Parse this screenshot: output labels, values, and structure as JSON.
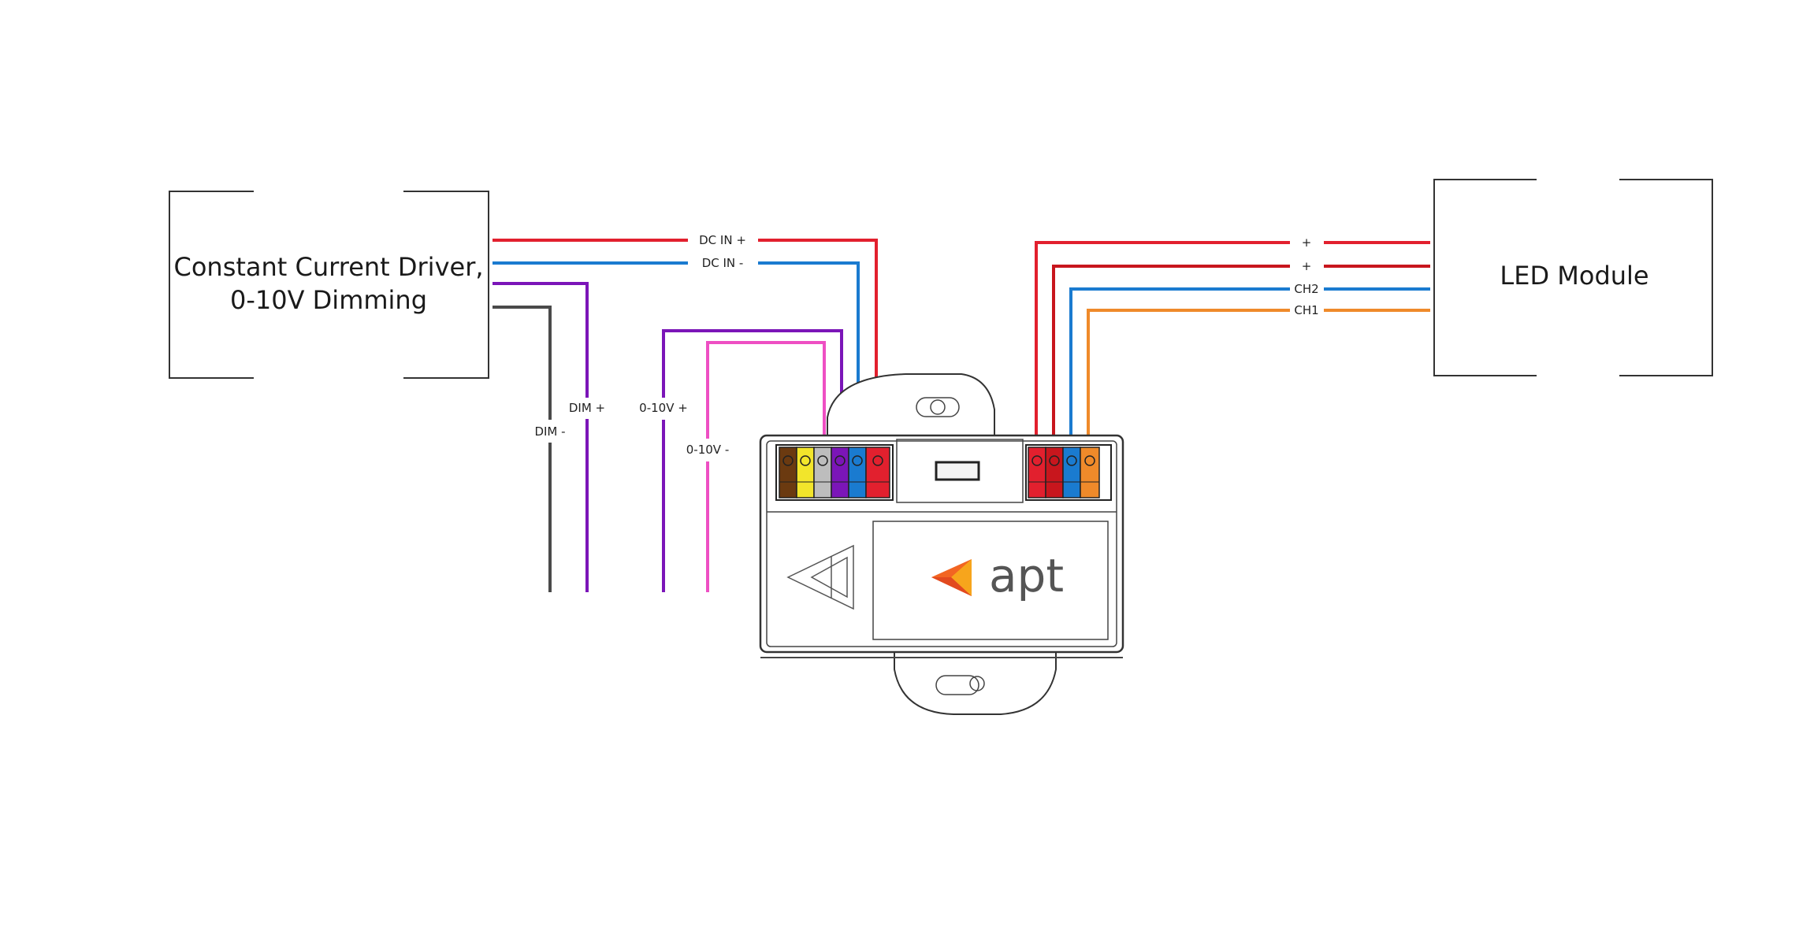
{
  "driver": {
    "line1": "Constant Current Driver,",
    "line2": "0-10V Dimming"
  },
  "led_module": {
    "label": "LED Module"
  },
  "labels": {
    "dc_in_plus": "DC IN +",
    "dc_in_minus": "DC IN -",
    "dim_plus": "DIM +",
    "dim_minus": "DIM -",
    "v010_plus": "0-10V +",
    "v010_minus": "0-10V -",
    "out_plus_1": "+",
    "out_plus_2": "+",
    "ch2": "CH2",
    "ch1": "CH1"
  },
  "logo": {
    "text": "apt"
  },
  "colors": {
    "red": "#e2202e",
    "dark_red": "#c8161d",
    "blue": "#1a7bd0",
    "purple": "#7b15b8",
    "pink": "#ee4fc3",
    "gray": "#4a4a4a",
    "orange": "#ef8a2a",
    "logo_orange": "#f26522"
  }
}
